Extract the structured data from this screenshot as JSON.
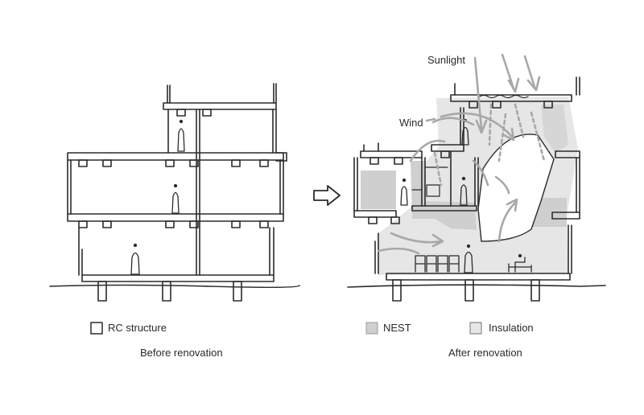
{
  "diagram": {
    "labels": {
      "sunlight": "Sunlight",
      "wind": "Wind"
    },
    "legend": {
      "rc_structure": "RC structure",
      "nest": "NEST",
      "insulation": "Insulation"
    },
    "captions": {
      "before": "Before renovation",
      "after": "After renovation"
    },
    "colors": {
      "line": "#2b2b2b",
      "nest_fill": "#cfcfcf",
      "insulation_fill": "#e6e6e6",
      "arrow_gray": "#a8a8a8"
    }
  }
}
